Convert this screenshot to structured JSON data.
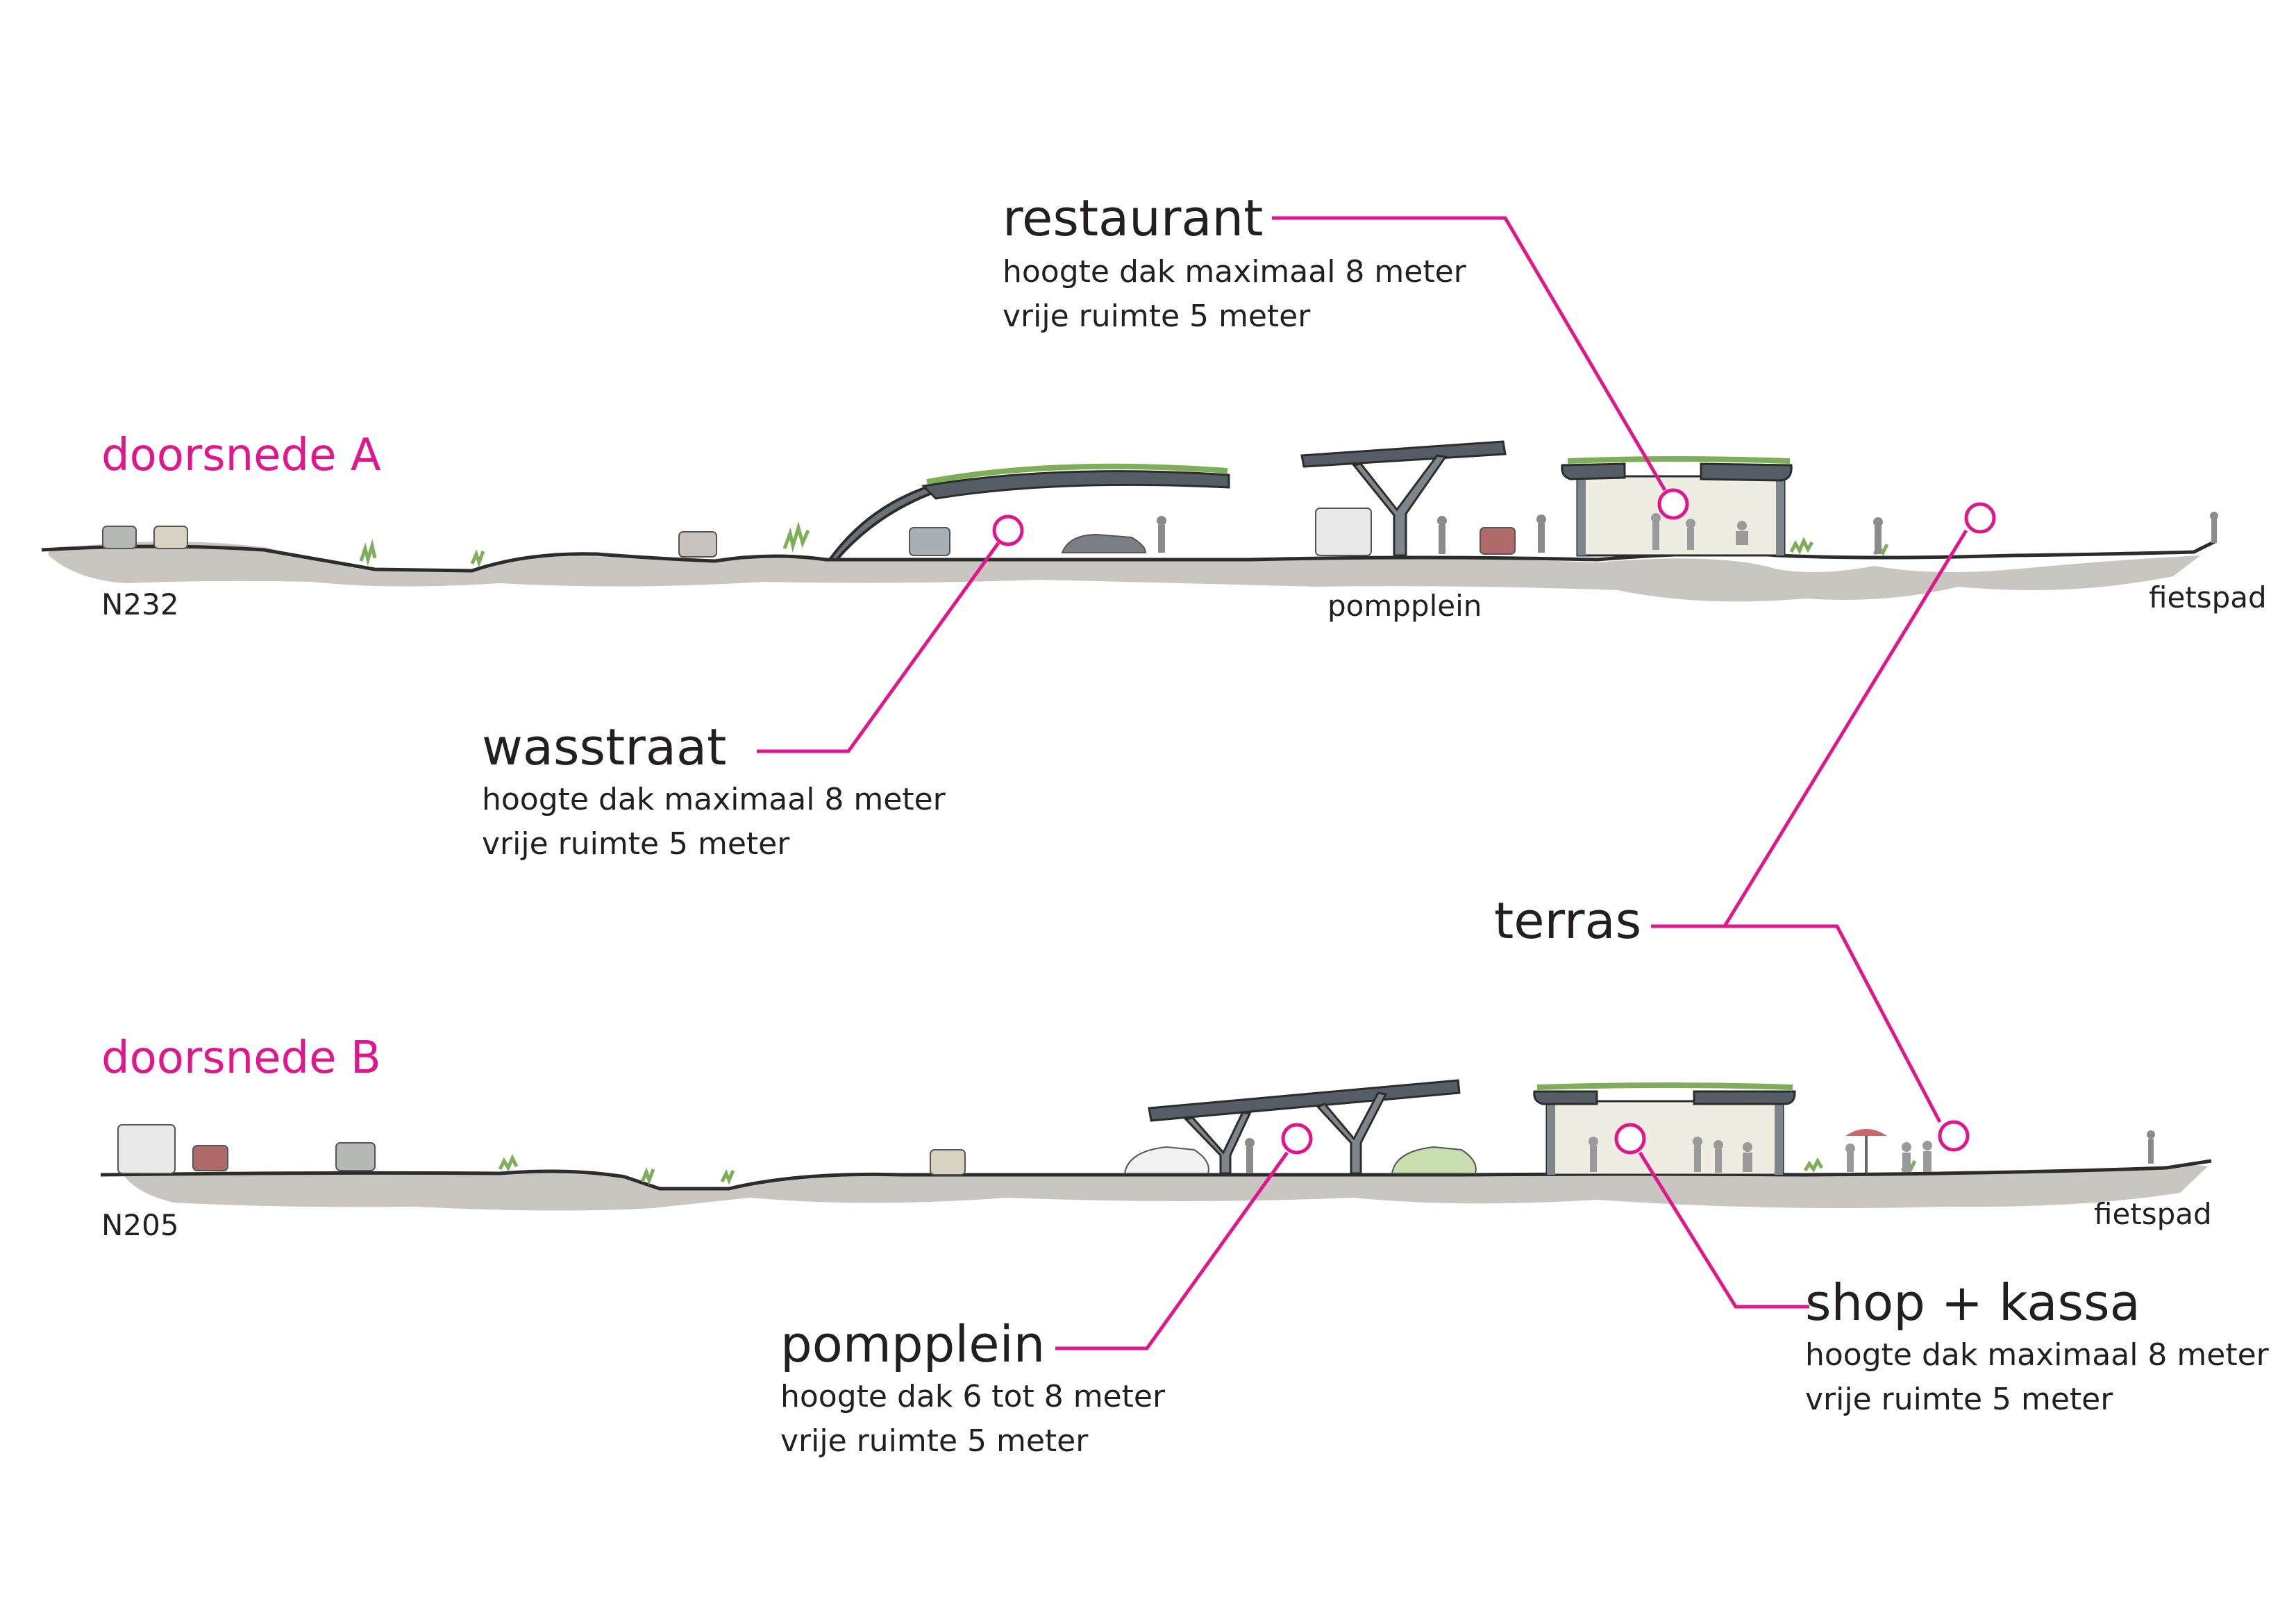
{
  "colors": {
    "accent": "#e0168c",
    "text": "#231f20",
    "ground_fill": "#c9c6c2",
    "ground_line": "#2c2c2c",
    "roof": "#555d66",
    "green": "#7fae5a",
    "wall": "#efece2",
    "column": "#7e868b"
  },
  "sections": {
    "a": {
      "title": "doorsnede A",
      "road_label": "N232",
      "pump_label": "pompplein",
      "bike_label": "fietspad"
    },
    "b": {
      "title": "doorsnede B",
      "road_label": "N205",
      "bike_label": "fietspad"
    }
  },
  "callouts": {
    "restaurant": {
      "title": "restaurant",
      "line1": "hoogte dak maximaal 8 meter",
      "line2": "vrije ruimte 5 meter"
    },
    "wasstraat": {
      "title": "wasstraat",
      "line1": "hoogte dak maximaal 8 meter",
      "line2": "vrije ruimte 5 meter"
    },
    "terras": {
      "title": "terras"
    },
    "pompplein": {
      "title": "pompplein",
      "line1": "hoogte dak 6 tot 8 meter",
      "line2": "vrije ruimte 5 meter"
    },
    "shop": {
      "title": "shop + kassa",
      "line1": "hoogte dak maximaal 8 meter",
      "line2": "vrije ruimte 5 meter"
    }
  }
}
